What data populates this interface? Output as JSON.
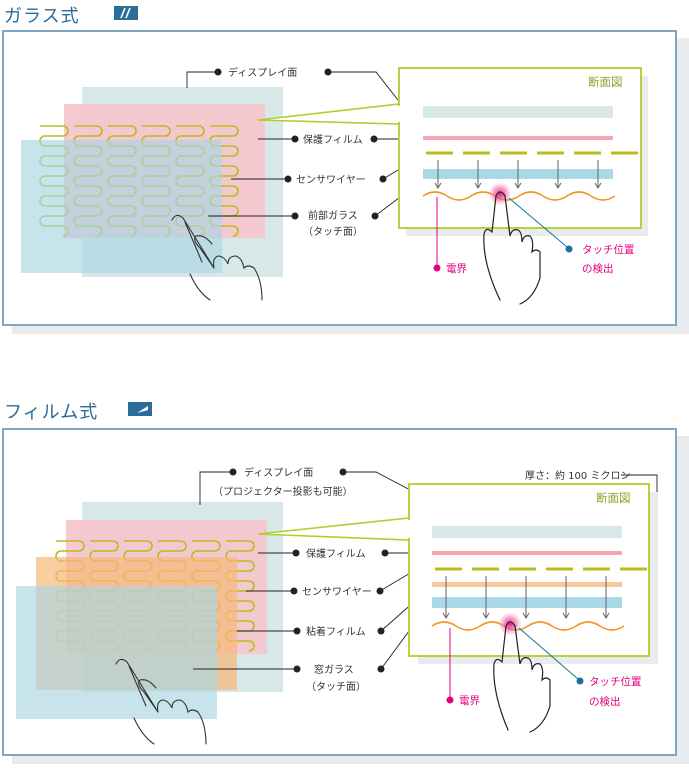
{
  "glass": {
    "title": "ガラス式",
    "section_label": "断面図",
    "labels": {
      "display": "ディスプレイ面",
      "film": "保護フィルム",
      "wire": "センサワイヤー",
      "front_glass_1": "前部ガラス",
      "front_glass_2": "（タッチ面）",
      "field": "電界",
      "detect_1": "タッチ位置",
      "detect_2": "の検出"
    }
  },
  "film": {
    "title": "フィルム式",
    "section_label": "断面図",
    "thickness": "厚さ：約 100 ミクロン",
    "labels": {
      "display": "ディスプレイ面",
      "display_note": "（プロジェクター投影も可能）",
      "film": "保護フィルム",
      "wire": "センサワイヤー",
      "adhesive": "粘着フィルム",
      "window_glass_1": "窓ガラス",
      "window_glass_2": "（タッチ面）",
      "field": "電界",
      "detect_1": "タッチ位置",
      "detect_2": "の検出"
    }
  },
  "colors": {
    "title_blue": "#2b6c98",
    "panel_border": "#7fa6c2",
    "display_layer": "#d6e8e8",
    "film_layer": "#f6c6cd",
    "glass_layer": "#bfe0ea",
    "adhesive_layer": "#f8c99a",
    "wire": "#b7bd1c",
    "callout": "#b3cc2e",
    "field_wave": "#f0962a",
    "touch": "#e4007f",
    "detect_dot": "#1f6f9e"
  }
}
